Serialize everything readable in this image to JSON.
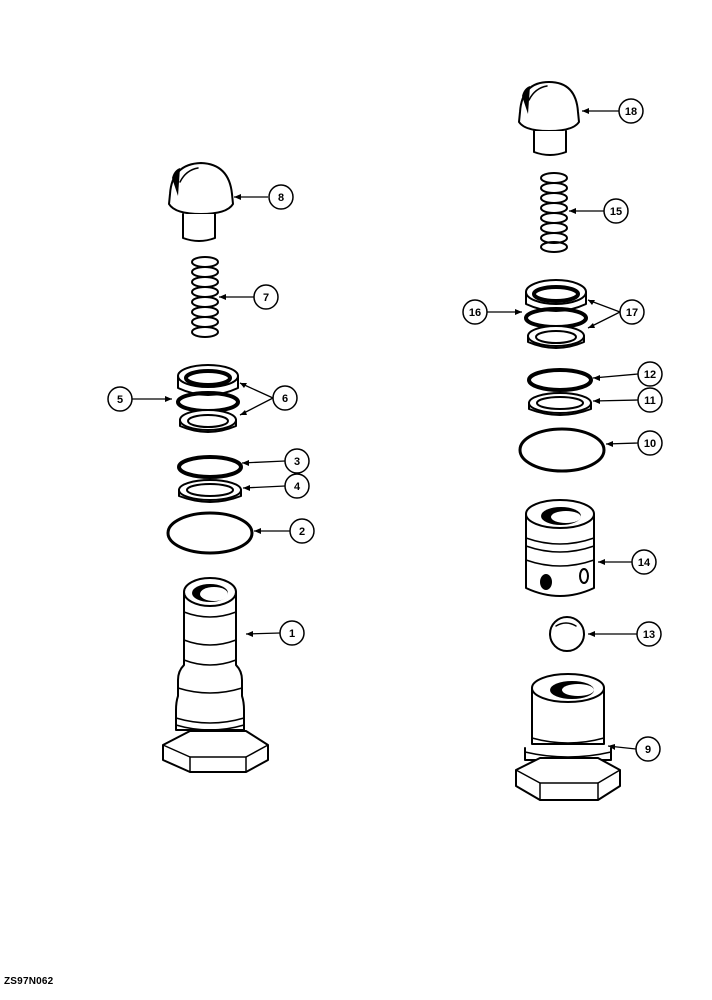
{
  "figure_code": "ZS97N062",
  "callouts": {
    "c1": "1",
    "c2": "2",
    "c3": "3",
    "c4": "4",
    "c5": "5",
    "c6": "6",
    "c7": "7",
    "c8": "8",
    "c9": "9",
    "c10": "10",
    "c11": "11",
    "c12": "12",
    "c13": "13",
    "c14": "14",
    "c15": "15",
    "c16": "16",
    "c17": "17",
    "c18": "18"
  }
}
